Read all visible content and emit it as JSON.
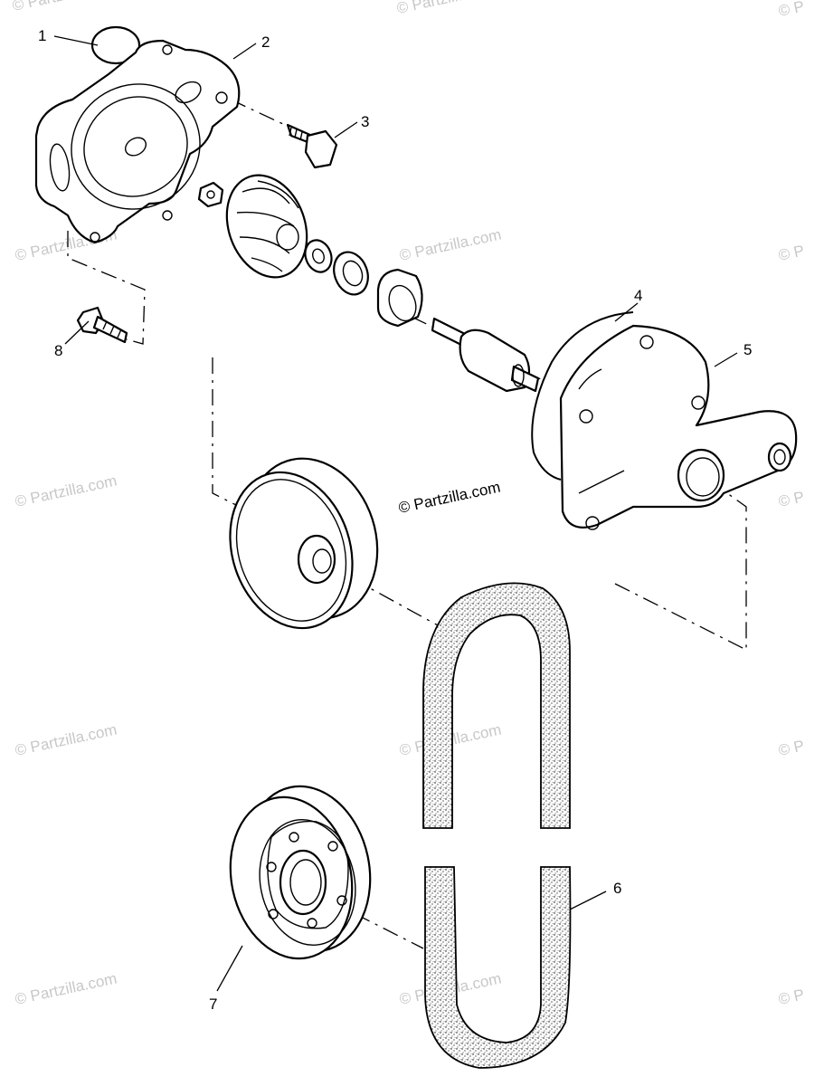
{
  "callouts": [
    {
      "id": "1",
      "label": "1"
    },
    {
      "id": "2",
      "label": "2"
    },
    {
      "id": "3",
      "label": "3"
    },
    {
      "id": "4",
      "label": "4"
    },
    {
      "id": "5",
      "label": "5"
    },
    {
      "id": "6",
      "label": "6"
    },
    {
      "id": "7",
      "label": "7"
    },
    {
      "id": "8",
      "label": "8"
    }
  ],
  "watermark": {
    "center_text": "© Partzilla.com",
    "tile_text": "© Partzilla.com",
    "edge_text": "© P"
  },
  "colors": {
    "ink": "#000000",
    "paper": "#ffffff",
    "watermark_faint": "#c8c8c8"
  }
}
